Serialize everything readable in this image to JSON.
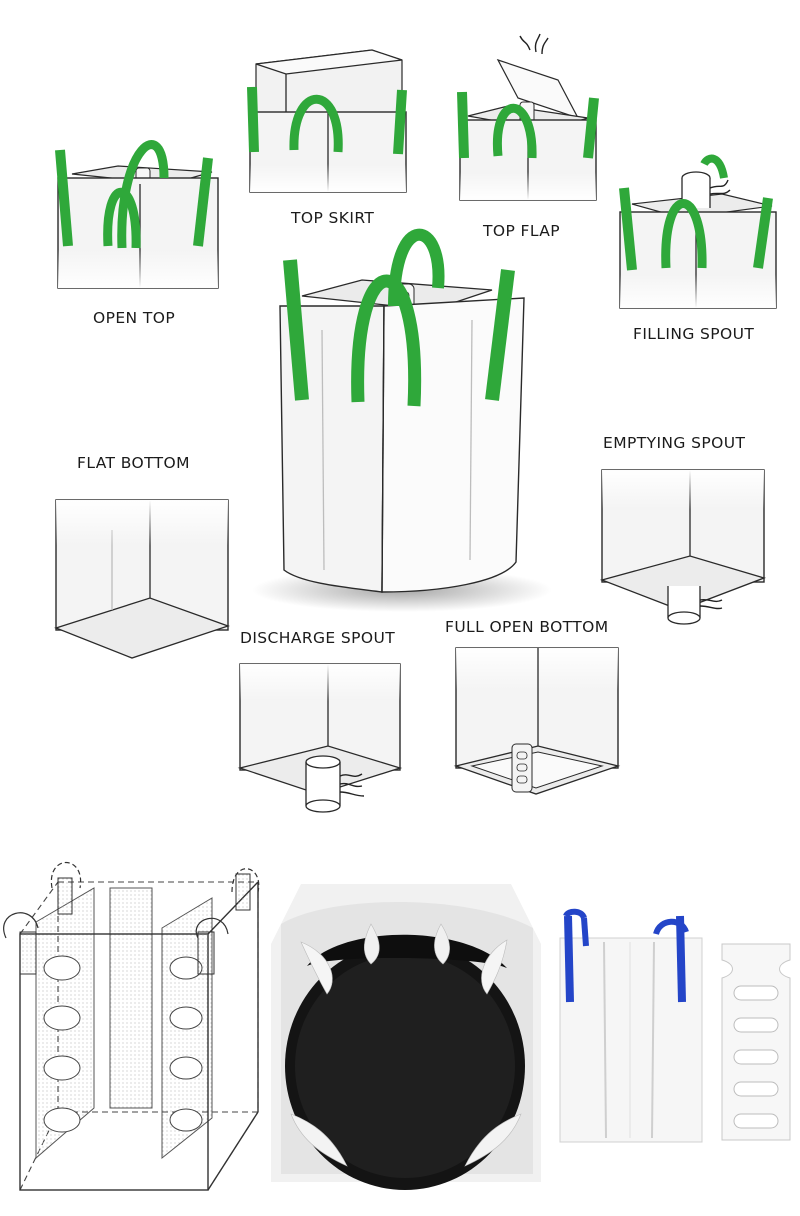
{
  "labels": {
    "top_skirt": "TOP SKIRT",
    "top_flap": "TOP FLAP",
    "open_top": "OPEN TOP",
    "filling_spout": "FILLING SPOUT",
    "flat_bottom": "FLAT BOTTOM",
    "emptying_spout": "EMPTYING SPOUT",
    "discharge_spout": "DISCHARGE SPOUT",
    "full_open_bottom": "FULL OPEN BOTTOM"
  },
  "colors": {
    "loop_green": "#2fa83a",
    "loop_green_dark": "#1f8a2a",
    "loop_blue": "#2445c8",
    "outline": "#2a2a2a",
    "fabric": "#f4f4f4",
    "powder": "#121212"
  },
  "icons": {
    "baffle_icon": "baffle-panel",
    "tie_icon": "drawstring-tie"
  }
}
